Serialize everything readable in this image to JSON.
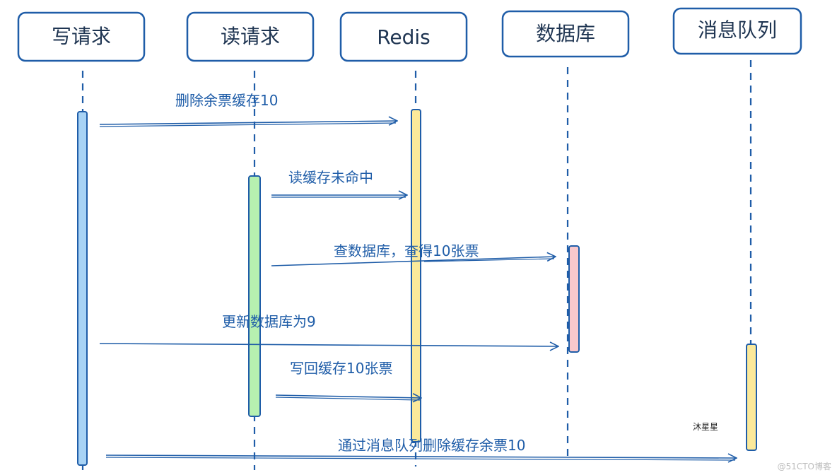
{
  "participants": [
    {
      "id": "write",
      "label": "写请求"
    },
    {
      "id": "read",
      "label": "读请求"
    },
    {
      "id": "redis",
      "label": "Redis"
    },
    {
      "id": "db",
      "label": "数据库"
    },
    {
      "id": "mq",
      "label": "消息队列"
    }
  ],
  "messages": [
    {
      "id": "m1",
      "label": "删除余票缓存10"
    },
    {
      "id": "m2",
      "label": "读缓存未命中"
    },
    {
      "id": "m3",
      "label": "查数据库，查得10张票"
    },
    {
      "id": "m4",
      "label": "更新数据库为9"
    },
    {
      "id": "m5",
      "label": "写回缓存10张票"
    },
    {
      "id": "m6",
      "label": "通过消息队列删除缓存余票10"
    }
  ],
  "author": "沐星星",
  "watermark": "@51CTO博客",
  "colors": {
    "stroke": "#1f5da8",
    "header_text": "#1f3552",
    "activation_write": "#a8d3f5",
    "activation_read": "#b6f0b0",
    "activation_redis": "#fbe99a",
    "activation_db": "#f9c8cc",
    "activation_mq": "#fbe99a"
  }
}
